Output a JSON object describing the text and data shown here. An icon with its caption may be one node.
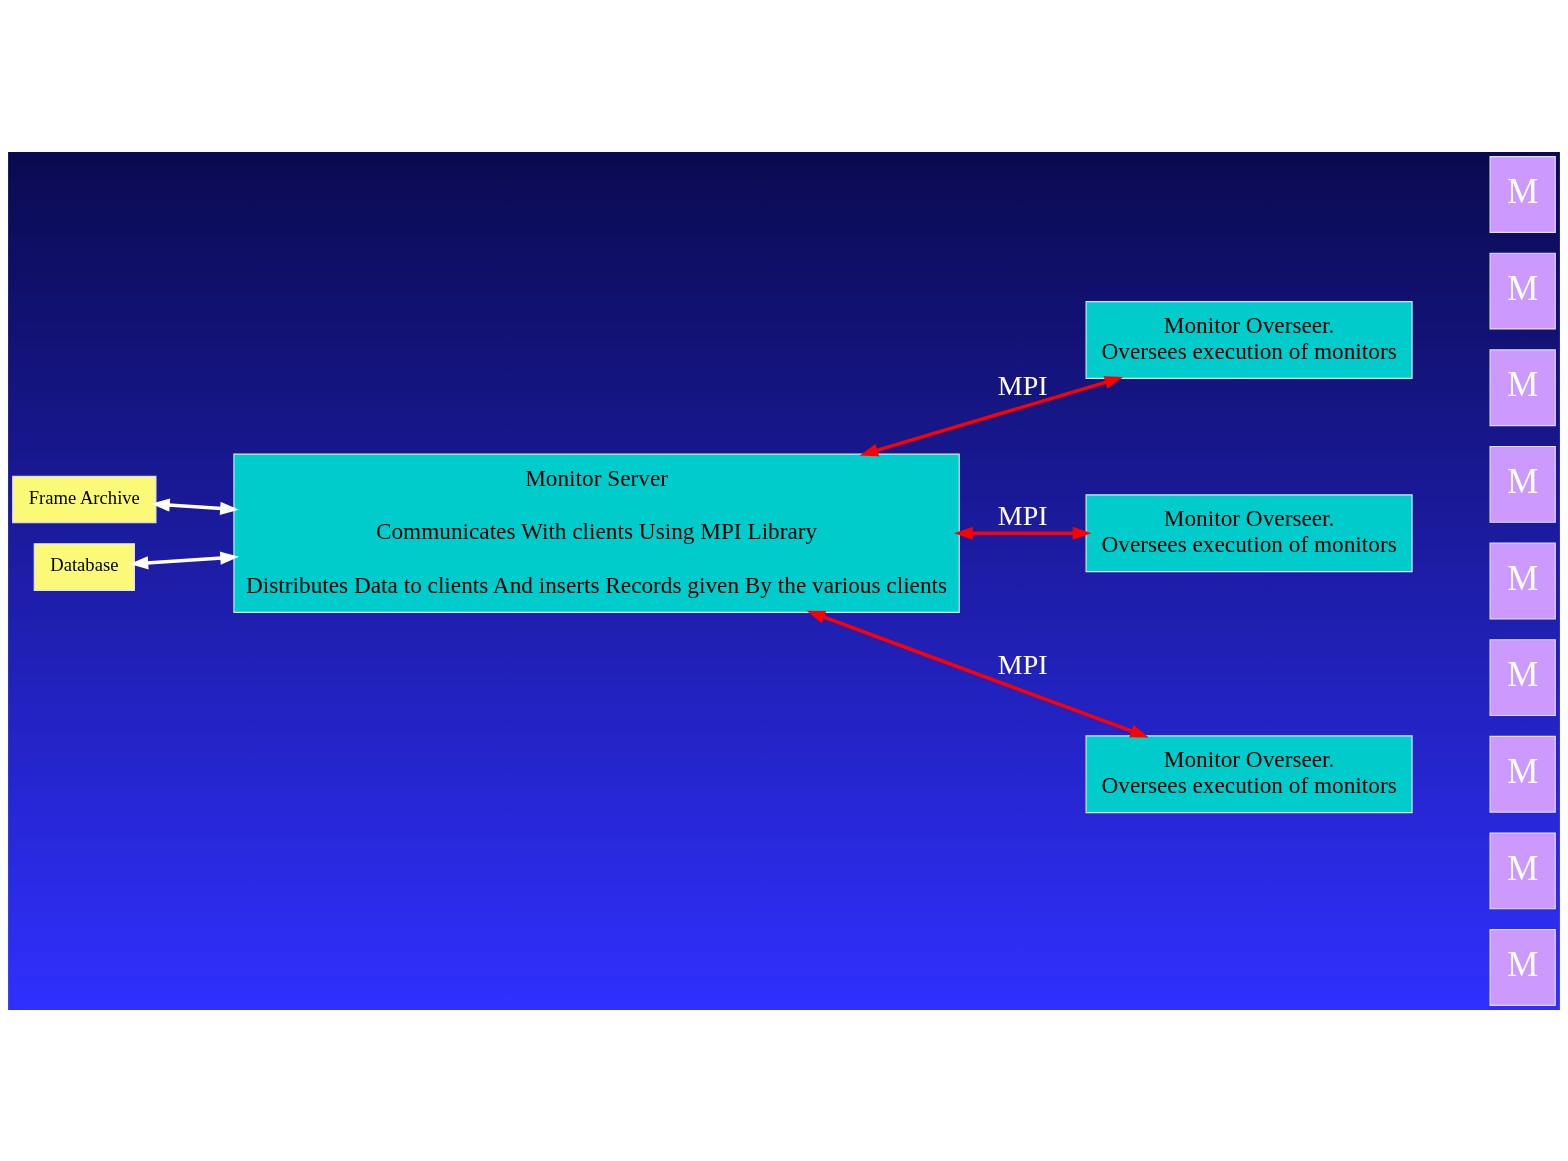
{
  "diagram": {
    "nodes": [
      {
        "text": [
          "Frame Archive"
        ]
      },
      {
        "text": [
          "Database"
        ]
      },
      {
        "text": [
          "Monitor Server",
          "Communicates With clients Using MPI Library",
          "Distributes Data to clients And inserts Records given By the various clients"
        ]
      },
      {
        "text": [
          "Monitor Overseer.",
          "Oversees execution of monitors"
        ]
      },
      {
        "text": [
          "M"
        ]
      },
      {
        "text": [
          "M"
        ]
      },
      {
        "text": [
          "M"
        ]
      },
      {
        "text": [
          "Monitor Overseer.",
          "Oversees execution of monitors"
        ]
      },
      {
        "text": [
          "M"
        ]
      },
      {
        "text": [
          "M"
        ]
      },
      {
        "text": [
          "Monitor Overseer.",
          "Oversees execution of monitors"
        ]
      },
      {
        "text": [
          "M"
        ]
      },
      {
        "text": [
          "M"
        ]
      },
      {
        "text": [
          "M"
        ]
      },
      {
        "text": [
          "M"
        ]
      }
    ],
    "edges": [
      {
        "from": 0,
        "to": 2,
        "arrow": "both",
        "color": "#ffffff"
      },
      {
        "from": 1,
        "to": 2,
        "arrow": "both",
        "color": "#ffffff"
      },
      {
        "from": 2,
        "to": 3,
        "arrow": "both",
        "label": "MPI"
      },
      {
        "from": 2,
        "to": 7,
        "arrow": "both",
        "label": "MPI"
      },
      {
        "from": 2,
        "to": 10,
        "arrow": "both",
        "label": "MPI"
      }
    ]
  }
}
